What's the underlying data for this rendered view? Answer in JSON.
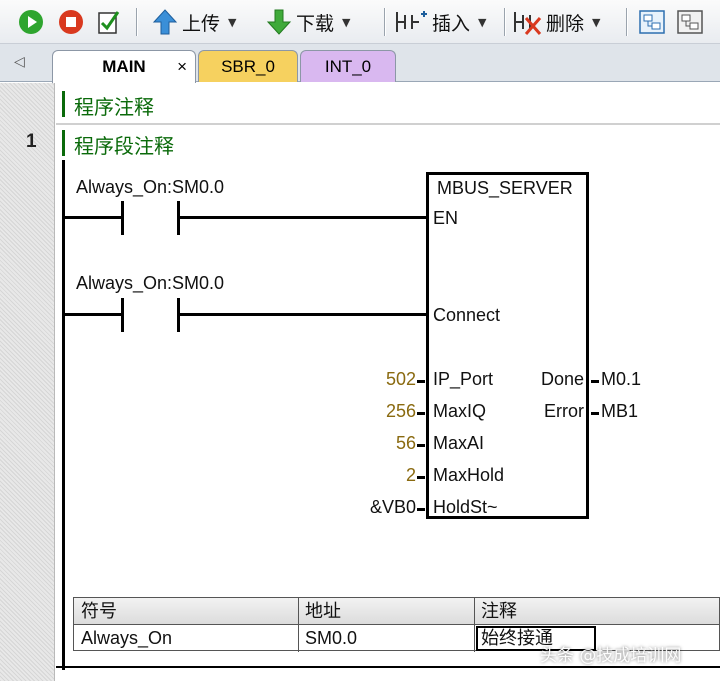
{
  "toolbar": {
    "upload_label": "上传",
    "download_label": "下载",
    "insert_label": "插入",
    "delete_label": "删除"
  },
  "tabs": [
    {
      "label": "MAIN",
      "active": true,
      "close": "×"
    },
    {
      "label": "SBR_0",
      "color": "#f6d15f"
    },
    {
      "label": "INT_0",
      "color": "#d9b8f0"
    }
  ],
  "program_comment": "程序注释",
  "network": {
    "number": "1",
    "comment": "程序段注释",
    "contact1_label": "Always_On:SM0.0",
    "contact2_label": "Always_On:SM0.0",
    "block": {
      "name": "MBUS_SERVER",
      "inputs": [
        {
          "pin": "EN",
          "value": ""
        },
        {
          "pin": "Connect",
          "value": ""
        },
        {
          "pin": "IP_Port",
          "value": "502"
        },
        {
          "pin": "MaxIQ",
          "value": "256"
        },
        {
          "pin": "MaxAI",
          "value": "56"
        },
        {
          "pin": "MaxHold",
          "value": "2"
        },
        {
          "pin": "HoldSt~",
          "value": "&VB0"
        }
      ],
      "outputs": [
        {
          "pin": "Done",
          "value": "M0.1"
        },
        {
          "pin": "Error",
          "value": "MB1"
        }
      ]
    }
  },
  "symbol_table": {
    "headers": [
      "符号",
      "地址",
      "注释"
    ],
    "rows": [
      {
        "symbol": "Always_On",
        "address": "SM0.0",
        "comment": "始终接通"
      }
    ]
  },
  "watermark": "头条 @技成培训网",
  "colors": {
    "comment_green": "#0a6a0a",
    "constant_olive": "#8a6a10",
    "tab_sbr": "#f6d15f",
    "tab_int": "#d9b8f0"
  }
}
